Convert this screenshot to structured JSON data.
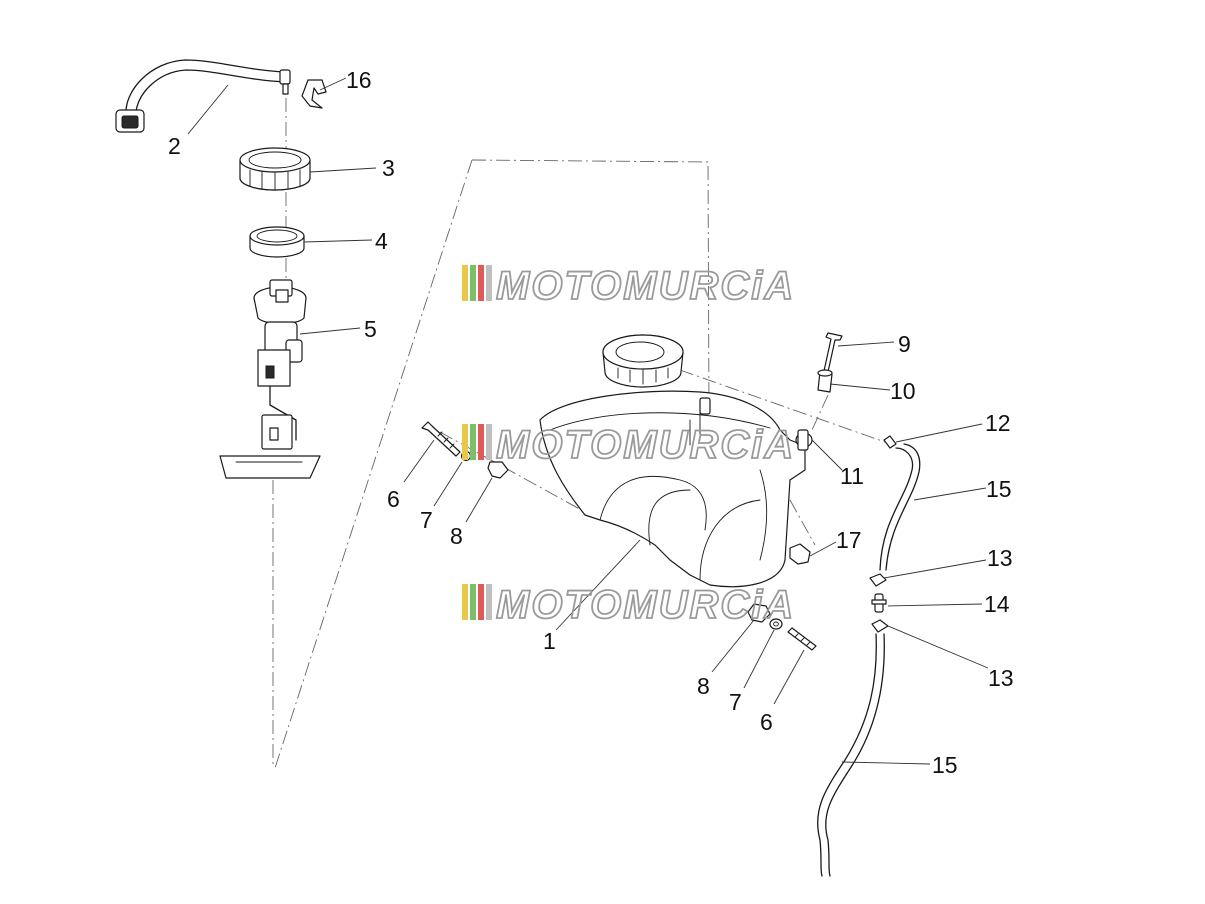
{
  "watermark": {
    "text": "MOTOMURCiA",
    "stripe_colors": [
      "#e8c84a",
      "#7bbf6a",
      "#e05a5a",
      "#bfbfbf"
    ]
  },
  "callouts": [
    "16",
    "2",
    "3",
    "4",
    "5",
    "6",
    "7",
    "8",
    "1",
    "9",
    "10",
    "11",
    "12",
    "15",
    "17",
    "13",
    "14",
    "13",
    "8",
    "7",
    "6",
    "15"
  ]
}
